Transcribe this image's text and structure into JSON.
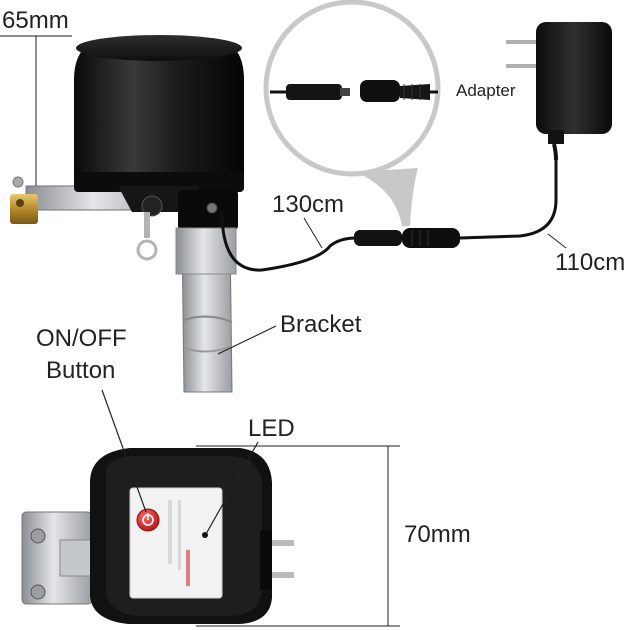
{
  "labels": {
    "top_dimension": "65mm",
    "adapter": "Adapter",
    "cable_device": "130cm",
    "cable_adapter": "110cm",
    "bracket": "Bracket",
    "on_off_line1": "ON/OFF",
    "on_off_line2": "Button",
    "led": "LED",
    "side_dimension": "70mm"
  },
  "colors": {
    "body_black": "#141414",
    "metal": "#b8bcc0",
    "brass": "#c9a040",
    "power_button": "#c8202a",
    "zoom_circle": "#c8c8c8"
  }
}
